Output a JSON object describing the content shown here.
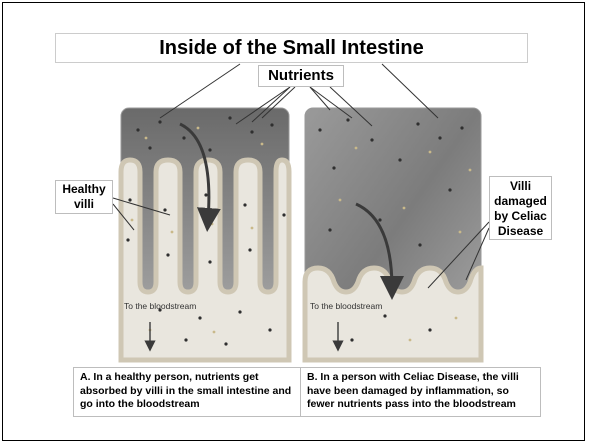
{
  "title": "Inside of the Small Intestine",
  "labels": {
    "nutrients": "Nutrients",
    "healthy_villi": "Healthy villi",
    "damaged_villi": "Villi damaged by Celiac Disease"
  },
  "panel_a": {
    "stream_label": "To the bloodstream",
    "caption": "A. In a healthy person, nutrients get absorbed by villi in the small intestine and go into the bloodstream"
  },
  "panel_b": {
    "stream_label": "To the bloodstream",
    "caption": "B. In a person with Celiac Disease, the villi have been damaged by inflammation, so fewer nutrients pass into the bloodstream"
  },
  "colors": {
    "lumen_dark": "#6e6e6e",
    "lumen_light": "#bdbdbd",
    "tissue": "#e9e6de",
    "villus_edge": "#cfc7b4",
    "dot": "#2f2f2f",
    "arrow": "#3a3a3a"
  }
}
